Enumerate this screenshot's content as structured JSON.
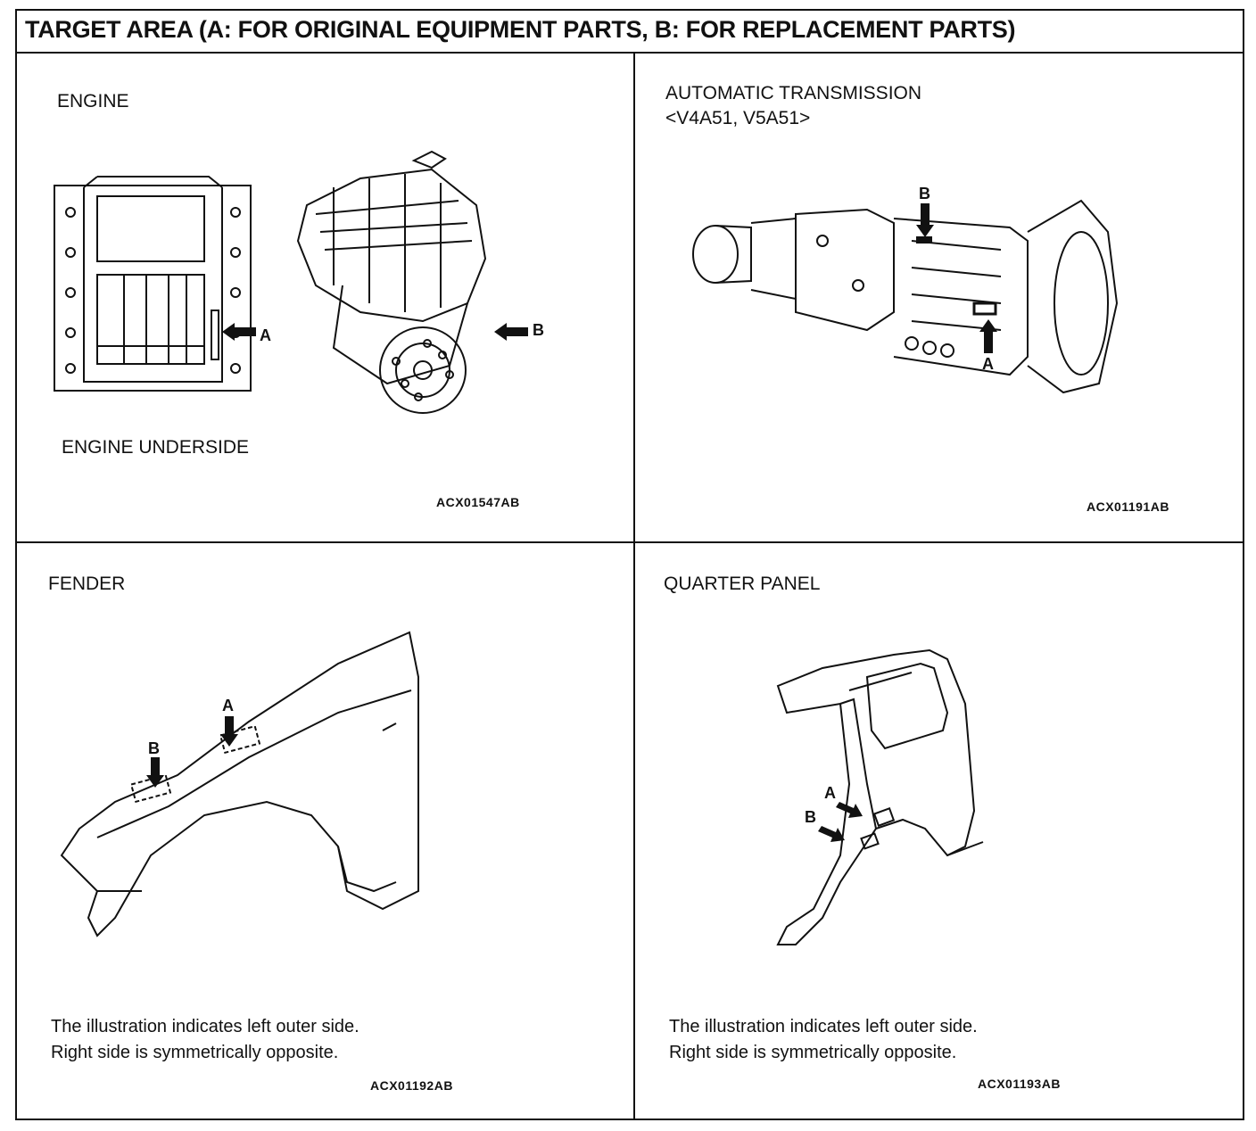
{
  "header": {
    "title": "TARGET AREA (A: FOR ORIGINAL EQUIPMENT PARTS, B: FOR REPLACEMENT PARTS)"
  },
  "engine": {
    "label": "ENGINE",
    "underside_label": "ENGINE UNDERSIDE",
    "callout_a": "A",
    "callout_b": "B",
    "figure_code": "ACX01547AB"
  },
  "transmission": {
    "label": "AUTOMATIC TRANSMISSION",
    "models": "<V4A51, V5A51>",
    "callout_a": "A",
    "callout_b": "B",
    "figure_code": "ACX01191AB"
  },
  "fender": {
    "label": "FENDER",
    "callout_a": "A",
    "callout_b": "B",
    "note_line1": "The illustration indicates left outer side.",
    "note_line2": "Right side is symmetrically opposite.",
    "figure_code": "ACX01192AB"
  },
  "quarter_panel": {
    "label": "QUARTER PANEL",
    "callout_a": "A",
    "callout_b": "B",
    "note_line1": "The illustration indicates left outer side.",
    "note_line2": "Right side is symmetrically opposite.",
    "figure_code": "ACX01193AB"
  }
}
